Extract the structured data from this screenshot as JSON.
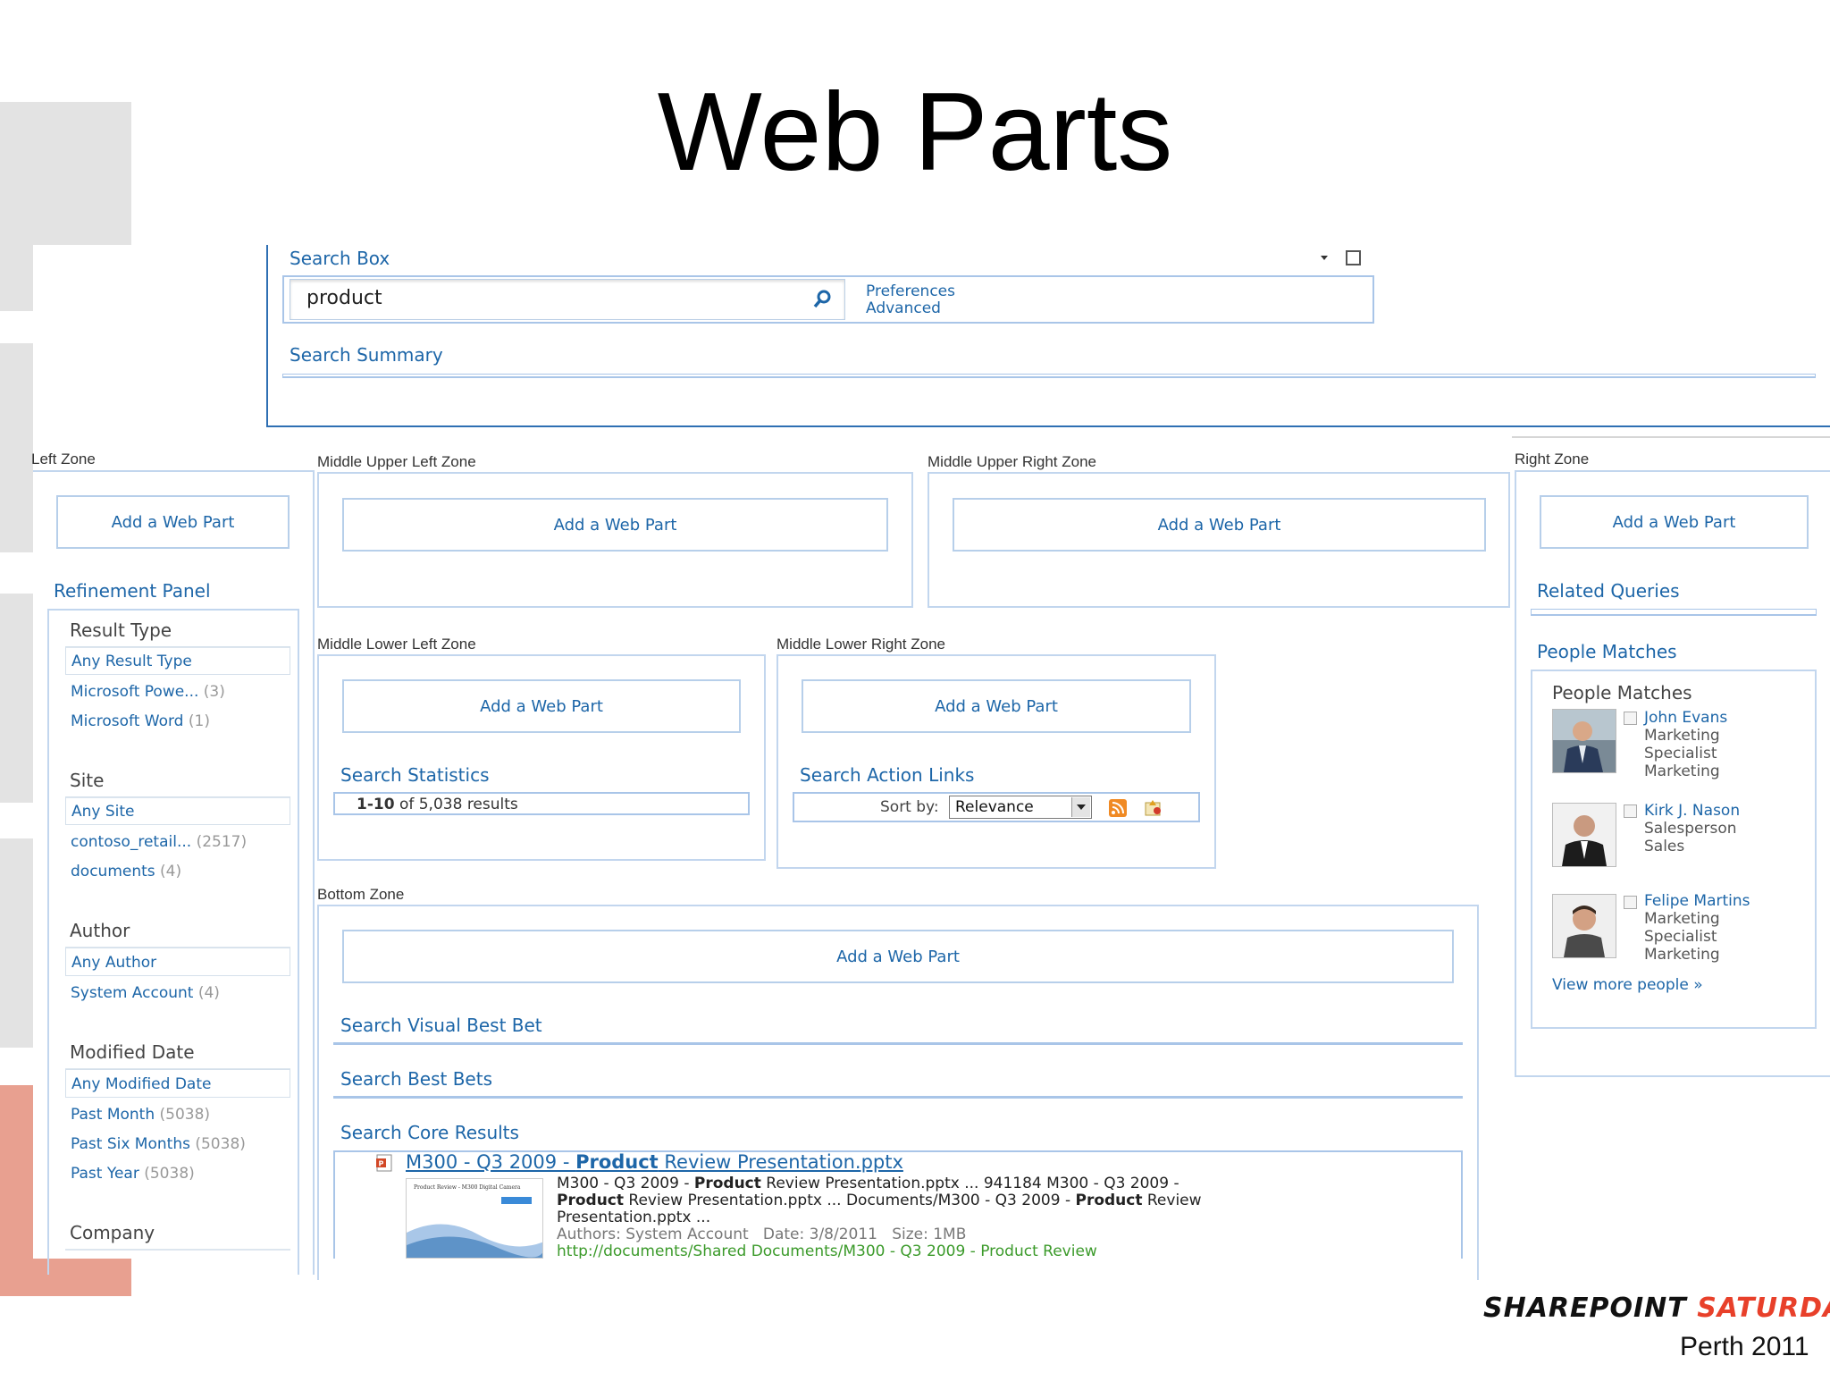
{
  "slide": {
    "title": "Web Parts"
  },
  "colors": {
    "link": "#1d66a8",
    "zone_border": "#c2d6ee",
    "deco_gray": "#e3e3e3",
    "deco_salmon": "#e8a090",
    "brand_red": "#e8402a"
  },
  "search_box": {
    "title": "Search Box",
    "query": "product",
    "links": [
      "Preferences",
      "Advanced"
    ],
    "menu_icon": "dropdown-arrow-icon",
    "checkbox_icon": "checkbox-icon"
  },
  "search_summary": {
    "title": "Search Summary"
  },
  "zones": {
    "left": "Left Zone",
    "middle_upper_left": "Middle Upper Left Zone",
    "middle_upper_right": "Middle Upper Right Zone",
    "right": "Right Zone",
    "middle_lower_left": "Middle Lower Left Zone",
    "middle_lower_right": "Middle Lower Right Zone",
    "bottom": "Bottom Zone"
  },
  "add_web_part_label": "Add a Web Part",
  "refinement": {
    "title": "Refinement Panel",
    "result_type": {
      "heading": "Result Type",
      "selected": "Any Result Type",
      "items": [
        {
          "label": "Microsoft Powe...",
          "count": "(3)"
        },
        {
          "label": "Microsoft Word",
          "count": "(1)"
        }
      ]
    },
    "site": {
      "heading": "Site",
      "selected": "Any Site",
      "items": [
        {
          "label": "contoso_retail...",
          "count": "(2517)"
        },
        {
          "label": "documents",
          "count": "(4)"
        }
      ]
    },
    "author": {
      "heading": "Author",
      "selected": "Any Author",
      "items": [
        {
          "label": "System Account",
          "count": "(4)"
        }
      ]
    },
    "modified": {
      "heading": "Modified Date",
      "selected": "Any Modified Date",
      "items": [
        {
          "label": "Past Month",
          "count": "(5038)"
        },
        {
          "label": "Past Six Months",
          "count": "(5038)"
        },
        {
          "label": "Past Year",
          "count": "(5038)"
        }
      ]
    },
    "company": {
      "heading": "Company"
    }
  },
  "search_statistics": {
    "title": "Search Statistics",
    "range": "1-10",
    "of_text": "of 5,038 results"
  },
  "search_action_links": {
    "title": "Search Action Links",
    "sort_label": "Sort by:",
    "sort_value": "Relevance",
    "rss_icon": "rss-icon",
    "alert_icon": "alert-me-icon"
  },
  "related_queries": {
    "title": "Related Queries"
  },
  "people_matches": {
    "title": "People Matches",
    "inner_title": "People Matches",
    "people": [
      {
        "name": "John Evans",
        "lines": [
          "Marketing",
          "Specialist",
          "Marketing"
        ]
      },
      {
        "name": "Kirk J. Nason",
        "lines": [
          "Salesperson",
          "Sales"
        ]
      },
      {
        "name": "Felipe Martins",
        "lines": [
          "Marketing",
          "Specialist",
          "Marketing"
        ]
      }
    ],
    "view_more": "View more people »"
  },
  "best_bets": {
    "visual": "Search Visual Best Bet",
    "best": "Search Best Bets"
  },
  "core_results": {
    "title": "Search Core Results",
    "result": {
      "title_pre": "M300 - Q3 2009 - ",
      "title_bold": "Product",
      "title_post": " Review Presentation.pptx",
      "line1_pre": "M300 - Q3 2009 - ",
      "line1_bold": "Product",
      "line1_post": " Review Presentation.pptx ... 941184 M300 - Q3 2009 -",
      "line2_bold1": "Product",
      "line2_mid": " Review Presentation.pptx ... Documents/M300 - Q3 2009 - ",
      "line2_bold2": "Product",
      "line2_post": " Review",
      "line3": "Presentation.pptx ...",
      "meta": "Authors: System Account   Date: 3/8/2011   Size: 1MB",
      "url": "http://documents/Shared Documents/M300 - Q3 2009 - Product Review",
      "thumb_title": "Product Review - M300 Digital Camera",
      "file_icon": "powerpoint-file-icon"
    }
  },
  "branding": {
    "word1": "SHAREPOINT",
    "word2": "SATURDAY",
    "event": "Perth 2011"
  }
}
